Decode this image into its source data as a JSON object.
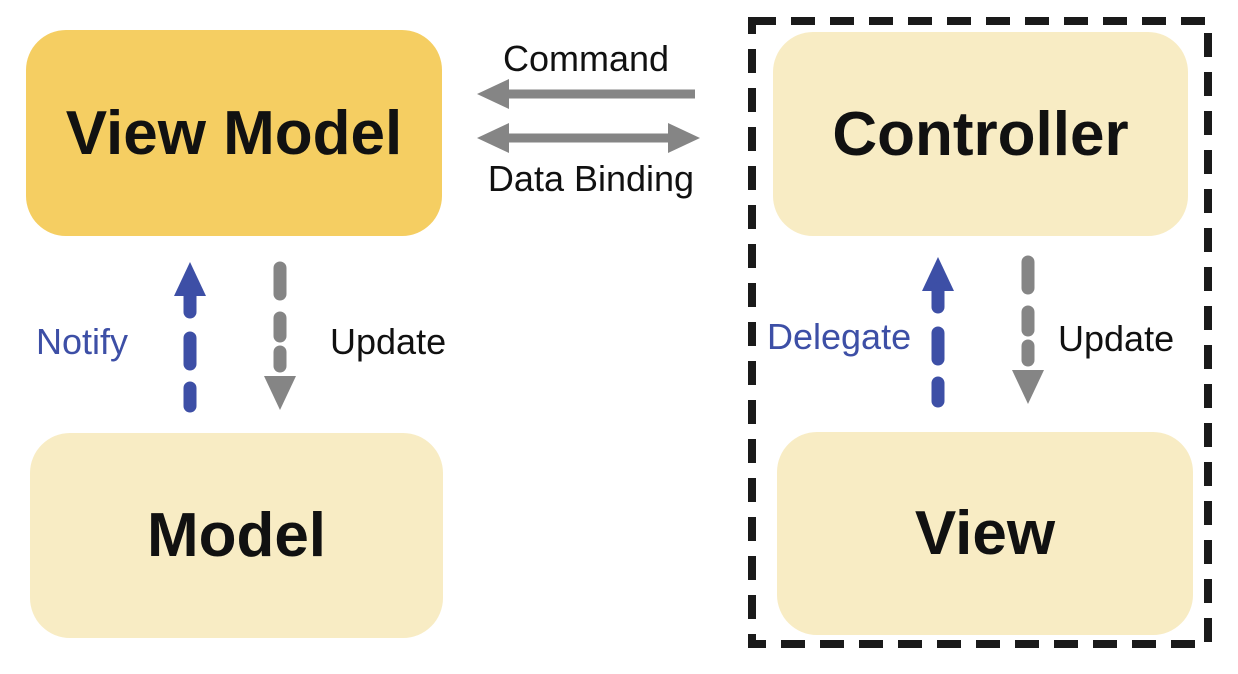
{
  "diagram": {
    "nodes": {
      "view_model": {
        "label": "View Model",
        "fill": "#F5CE62"
      },
      "model": {
        "label": "Model",
        "fill": "#F8ECC4"
      },
      "controller": {
        "label": "Controller",
        "fill": "#F8ECC4"
      },
      "view": {
        "label": "View",
        "fill": "#F8ECC4"
      }
    },
    "edges": {
      "command": {
        "label": "Command",
        "color": "#858585",
        "style": "solid",
        "direction": "left"
      },
      "data_binding": {
        "label": "Data Binding",
        "color": "#858585",
        "style": "solid",
        "direction": "both"
      },
      "notify": {
        "label": "Notify",
        "color": "#3D4FA6",
        "style": "dashed",
        "direction": "up"
      },
      "update_left": {
        "label": "Update",
        "color": "#858585",
        "style": "dashed",
        "direction": "down"
      },
      "delegate": {
        "label": "Delegate",
        "color": "#3D4FA6",
        "style": "dashed",
        "direction": "up"
      },
      "update_right": {
        "label": "Update",
        "color": "#858585",
        "style": "dashed",
        "direction": "down"
      }
    },
    "group": {
      "border_style": "dashed",
      "border_color": "#1A1A1A"
    }
  }
}
